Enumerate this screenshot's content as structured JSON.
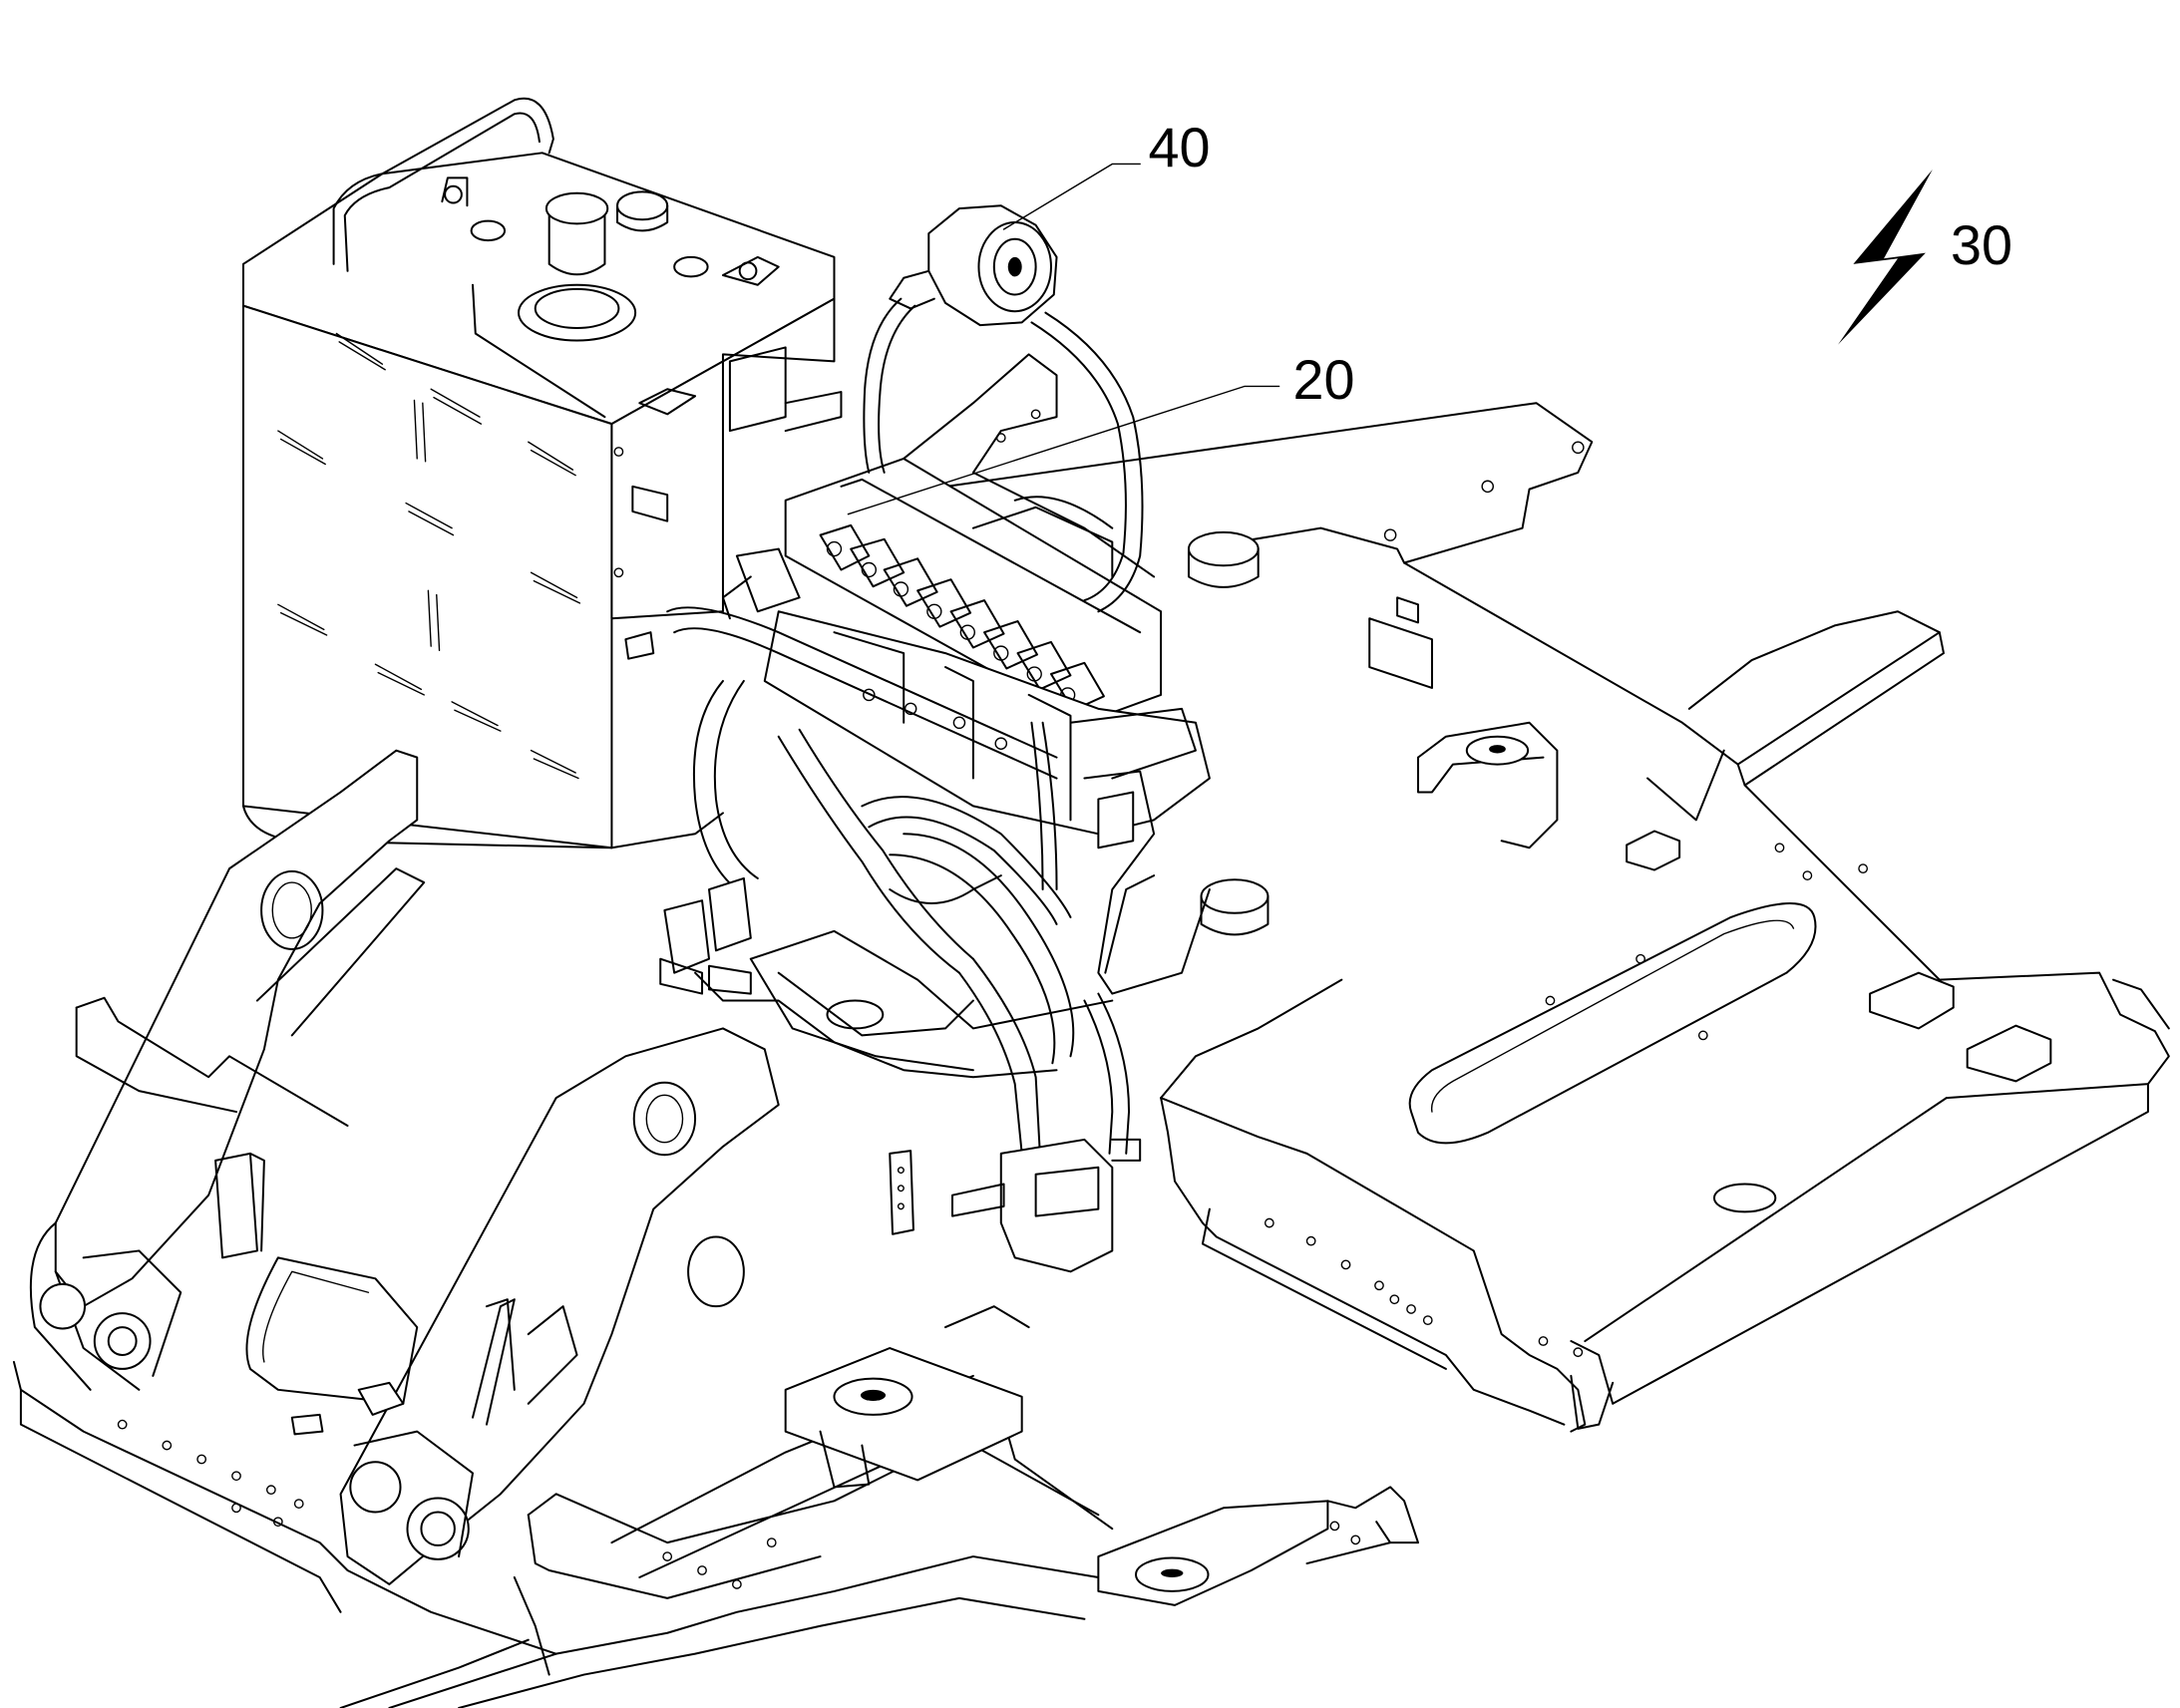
{
  "labels": {
    "ref_40": "40",
    "ref_20": "20",
    "ref_30": "30"
  },
  "icons": {
    "section_arrow": "lightning-bolt-icon"
  },
  "colors": {
    "line": "#000000",
    "background": "#ffffff"
  }
}
